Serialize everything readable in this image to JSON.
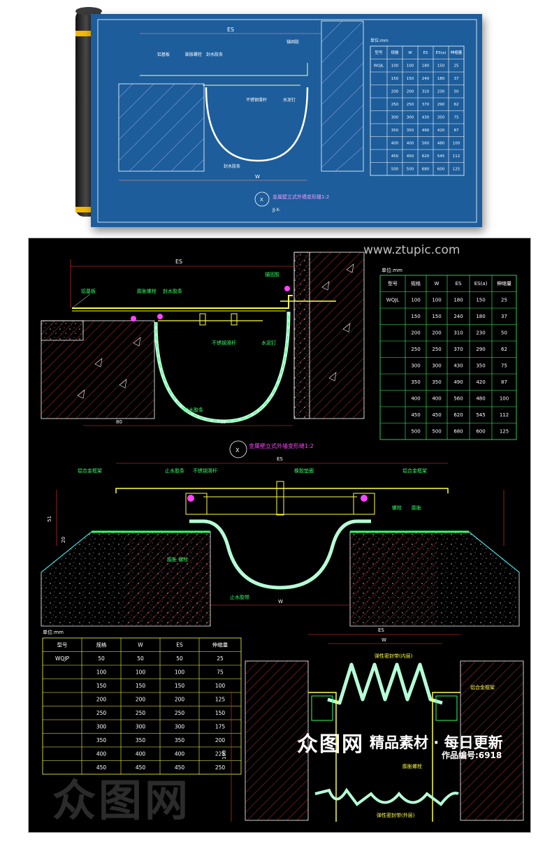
{
  "watermark": {
    "site": "www.ztupic.com",
    "brand_logo": "众图网",
    "brand_slogan": "精品素材 · 每日更新",
    "work_id_label": "作品编号:6918"
  },
  "blueprint": {
    "dim_es": "ES",
    "dim_w": "W",
    "labels": {
      "anchor": "锚固胶",
      "aluminum": "铝基板",
      "expansion_bolt": "膨胀螺栓",
      "waterstop": "封水胶条",
      "steel_rod": "不锈钢滑杆",
      "water_nail": "水泥钉",
      "strip": "封水胶条"
    },
    "section_marker": "X",
    "section_sub": "JJ-X-",
    "section_title": "金属壁立式外墙变形缝1:2",
    "table_unit": "单位:mm",
    "table_headers": [
      "型号",
      "规格",
      "W",
      "ES",
      "ES(a)",
      "伸缩量"
    ],
    "table_rows": [
      [
        "WQJL",
        "100",
        "100",
        "180",
        "150",
        "25"
      ],
      [
        "",
        "150",
        "150",
        "240",
        "180",
        "37"
      ],
      [
        "",
        "200",
        "200",
        "310",
        "230",
        "50"
      ],
      [
        "",
        "250",
        "250",
        "370",
        "290",
        "62"
      ],
      [
        "",
        "300",
        "300",
        "430",
        "350",
        "75"
      ],
      [
        "",
        "350",
        "350",
        "490",
        "420",
        "87"
      ],
      [
        "",
        "400",
        "400",
        "560",
        "480",
        "100"
      ],
      [
        "",
        "450",
        "450",
        "620",
        "545",
        "112"
      ],
      [
        "",
        "500",
        "500",
        "680",
        "600",
        "125"
      ]
    ]
  },
  "top_drawing": {
    "dim_es": "ES",
    "dim_w": "W",
    "dim_80": "80",
    "labels": {
      "anchor_glue": "锚固胶",
      "aluminum_plate": "铝基板",
      "expansion_bolt": "膨胀螺栓",
      "seal_strip": "封水胶条",
      "steel_rod": "不锈钢滑杆",
      "cement_nail": "水泥钉",
      "bottom_strip": "封水胶条"
    },
    "section_marker": "X",
    "section_title": "金属壁立式外墙变形缝1:2"
  },
  "table_top": {
    "unit": "单位:mm",
    "headers": [
      "型号",
      "规格",
      "W",
      "ES",
      "ES(a)",
      "伸缩量"
    ],
    "rows": [
      [
        "WQJL",
        "100",
        "100",
        "180",
        "150",
        "25"
      ],
      [
        "",
        "150",
        "150",
        "240",
        "180",
        "37"
      ],
      [
        "",
        "200",
        "200",
        "310",
        "230",
        "50"
      ],
      [
        "",
        "250",
        "250",
        "370",
        "290",
        "62"
      ],
      [
        "",
        "300",
        "300",
        "430",
        "350",
        "75"
      ],
      [
        "",
        "350",
        "350",
        "490",
        "420",
        "87"
      ],
      [
        "",
        "400",
        "400",
        "560",
        "480",
        "100"
      ],
      [
        "",
        "450",
        "450",
        "620",
        "545",
        "112"
      ],
      [
        "",
        "500",
        "500",
        "680",
        "600",
        "125"
      ]
    ]
  },
  "middle_drawing": {
    "dim_es": "ES",
    "dim_w": "W",
    "dim_51": "51",
    "dim_20": "20",
    "labels": {
      "aluminum_frame_left": "铝合金框架",
      "waterstop_strip": "止水胶条",
      "steel_rod": "不锈钢滑杆",
      "rubber_pad": "橡胶垫圈",
      "aluminum_frame_right": "铝合金框架",
      "bolt": "螺栓",
      "expansion": "膨胀",
      "expansion_bolt": "膨胀 螺栓",
      "bottom_strip": "止水胶带"
    }
  },
  "table_bottom": {
    "unit": "单位:mm",
    "headers": [
      "型号",
      "规格",
      "W",
      "ES",
      "伸缩量"
    ],
    "rows": [
      [
        "WQJP",
        "50",
        "50",
        "50",
        "25"
      ],
      [
        "",
        "100",
        "100",
        "100",
        "75"
      ],
      [
        "",
        "150",
        "150",
        "150",
        "100"
      ],
      [
        "",
        "200",
        "200",
        "200",
        "125"
      ],
      [
        "",
        "250",
        "250",
        "250",
        "150"
      ],
      [
        "",
        "300",
        "300",
        "300",
        "175"
      ],
      [
        "",
        "350",
        "350",
        "350",
        "200"
      ],
      [
        "",
        "400",
        "400",
        "400",
        "225"
      ],
      [
        "",
        "450",
        "450",
        "450",
        "250"
      ]
    ]
  },
  "bottom_drawing": {
    "dim_es": "ES",
    "dim_w": "W",
    "dim_100": "100",
    "labels": {
      "inner_seal": "弹性密封带(内层)",
      "aluminum_frame": "铝合金框架",
      "expansion_bolt": "膨胀螺栓",
      "outer_seal": "弹性密封带(外层)"
    }
  },
  "colors": {
    "blueprint_bg": "#1d5d9b",
    "cad_bg": "#000000",
    "green": "#33ff66",
    "yellow": "#ffff44",
    "red": "#ff3333",
    "magenta": "#ff44ff",
    "cyan": "#33ffff",
    "white": "#ffffff",
    "seal_fill": "#b6ffd6"
  }
}
